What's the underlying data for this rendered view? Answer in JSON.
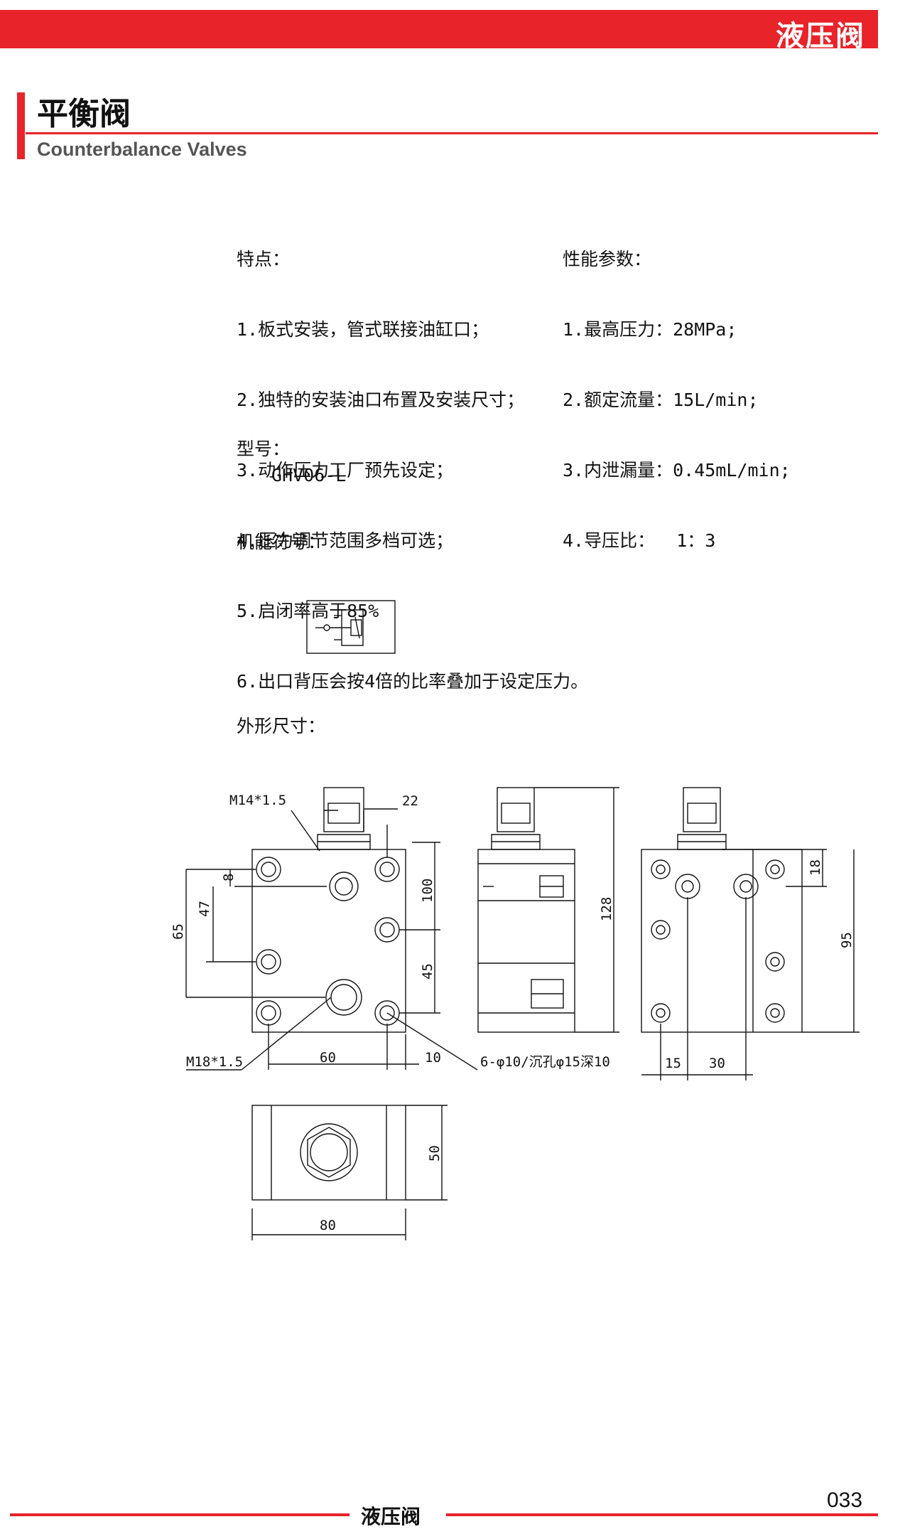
{
  "header": {
    "category": "液压阀",
    "title_cn": "平衡阀",
    "title_en": "Counterbalance Valves",
    "accent_color": "#e8232a"
  },
  "features": {
    "heading": "特点：",
    "items": [
      "1.板式安装，管式联接油缸口；",
      "2.独特的安装油口布置及安装尺寸；",
      "3.动作压力工厂预先设定；",
      "4.压力调节范围多档可选；",
      "5.启闭率高于85%",
      "6.出口背压会按4倍的比率叠加于设定压力。"
    ]
  },
  "performance": {
    "heading": "性能参数：",
    "items": [
      "1.最高压力：28MPa;",
      "2.额定流量：15L/min;",
      "3.内泄漏量：0.45mL/min;",
      "4.导压比：  1：3"
    ]
  },
  "model": {
    "heading": "型号：",
    "value": "GHV06-L"
  },
  "symbol": {
    "heading": "机能符号："
  },
  "dimensions": {
    "heading": "外形尺寸：",
    "labels": {
      "m14": "M14*1.5",
      "m18": "M18*1.5",
      "d22": "22",
      "d8": "8",
      "d47": "47",
      "d65": "65",
      "d100": "100",
      "d45": "45",
      "d60": "60",
      "d10": "10",
      "holes": "6-φ10/沉孔φ15深10",
      "d128": "128",
      "d18": "18",
      "d95": "95",
      "d15": "15",
      "d30": "30",
      "d50": "50",
      "d80": "80"
    }
  },
  "footer": {
    "category": "液压阀",
    "page": "033"
  }
}
